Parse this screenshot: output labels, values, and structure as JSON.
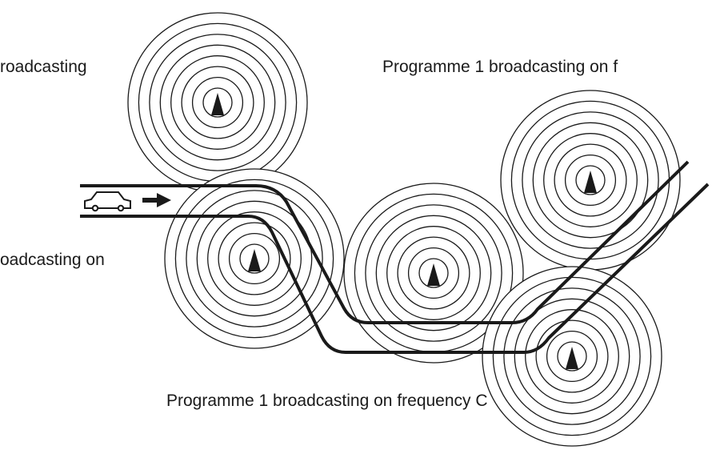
{
  "labels": {
    "top_left": "roadcasting",
    "top_right": "Programme 1 broadcasting on f",
    "middle_left": "oadcasting on",
    "bottom": "Programme 1 broadcasting on frequency C"
  },
  "icons": {
    "vehicle": "car-icon",
    "direction": "arrow-right-icon",
    "transmitter": "antenna-icon"
  },
  "colors": {
    "line": "#1a1a1a",
    "background": "#ffffff"
  }
}
